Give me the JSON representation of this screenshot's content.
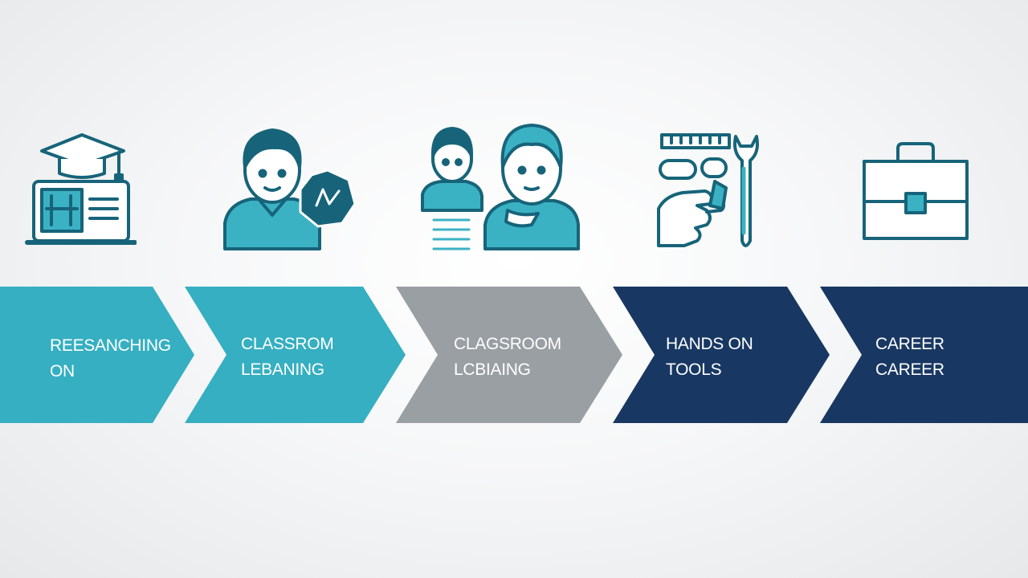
{
  "process": {
    "colors": {
      "teal": "#35AFC1",
      "gray": "#9A9FA4",
      "navy": "#183863",
      "icon_stroke": "#17647A",
      "icon_fill": "#3BB2C3"
    },
    "steps": [
      {
        "icon": "graduation-laptop-icon",
        "color": "#35AFC1",
        "line1": "REESANCHING",
        "line2": "ON"
      },
      {
        "icon": "student-chat-icon",
        "color": "#35AFC1",
        "line1": "CLASSROM",
        "line2": "LEBANING"
      },
      {
        "icon": "teacher-student-icon",
        "color": "#9A9FA4",
        "line1": "CLAGSROOM",
        "line2": "LCBIAING"
      },
      {
        "icon": "hand-tools-icon",
        "color": "#183863",
        "line1": "HANDS ON",
        "line2": "TOOLS"
      },
      {
        "icon": "briefcase-icon",
        "color": "#183863",
        "line1": "CAREER",
        "line2": "CAREER"
      }
    ]
  }
}
